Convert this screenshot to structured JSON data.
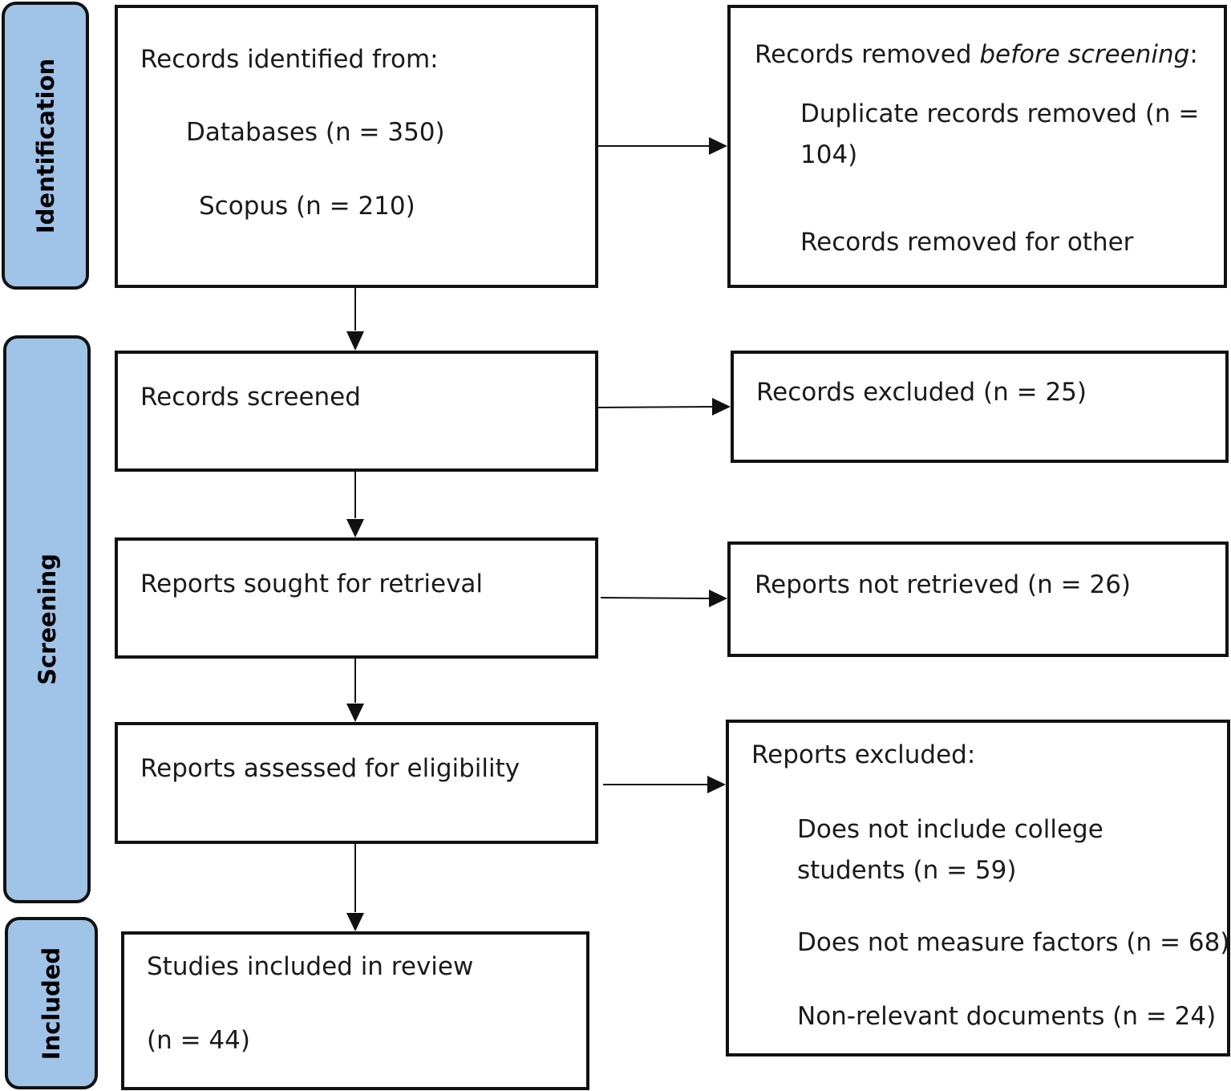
{
  "phases": {
    "identification": "Identification",
    "screening": "Screening",
    "included": "Included"
  },
  "identification": {
    "title": "Records identified from:",
    "databases": "Databases (n = 350)",
    "scopus": "Scopus (n = 210)"
  },
  "removed": {
    "title_pre": "Records removed ",
    "title_em": "before screening",
    "title_post": ":",
    "duplicates": "Duplicate records removed (n = 104)",
    "other": "Records removed for other"
  },
  "screened": {
    "label": "Records screened"
  },
  "excluded": {
    "label": "Records excluded (n = 25)"
  },
  "sought": {
    "label": "Reports sought for retrieval"
  },
  "not_retrieved": {
    "label": "Reports not retrieved (n = 26)"
  },
  "assessed": {
    "label": "Reports assessed for eligibility"
  },
  "reports_excluded": {
    "title": "Reports excluded:",
    "no_college": "Does not include college students (n = 59)",
    "no_factors": "Does not measure factors (n = 68)",
    "non_relevant": "Non-relevant documents (n = 24)"
  },
  "included": {
    "label": "Studies included in review",
    "count": "(n = 44)"
  }
}
